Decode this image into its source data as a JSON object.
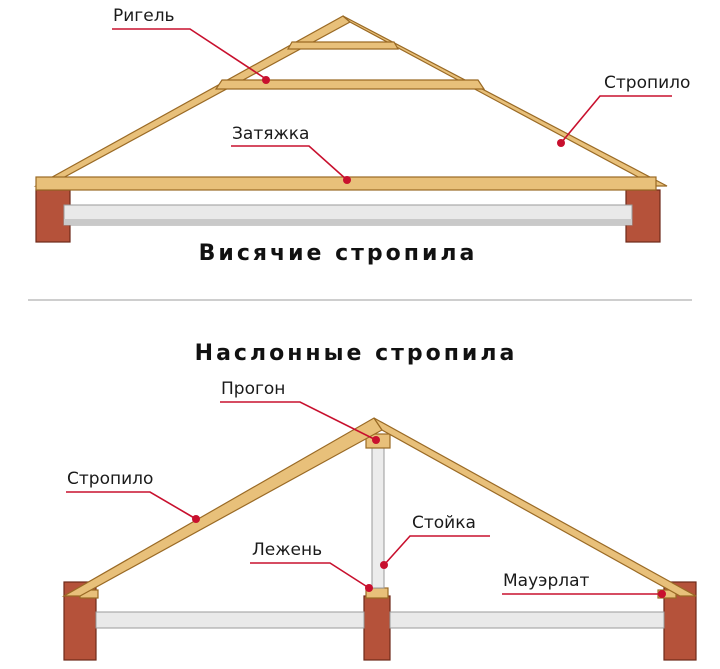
{
  "top_diagram": {
    "title": "Висячие стропила",
    "labels": {
      "rigel": "Ригель",
      "stropilo": "Стропило",
      "zatyazhka": "Затяжка"
    }
  },
  "bottom_diagram": {
    "title": "Наслонные стропила",
    "labels": {
      "progon": "Прогон",
      "stropilo": "Стропило",
      "stoyka": "Стойка",
      "lezhen": "Лежень",
      "mauerlat": "Мауэрлат"
    }
  },
  "colors": {
    "wood": "#e8c07a",
    "brick": "#b5523a",
    "leader": "#c8102e"
  }
}
